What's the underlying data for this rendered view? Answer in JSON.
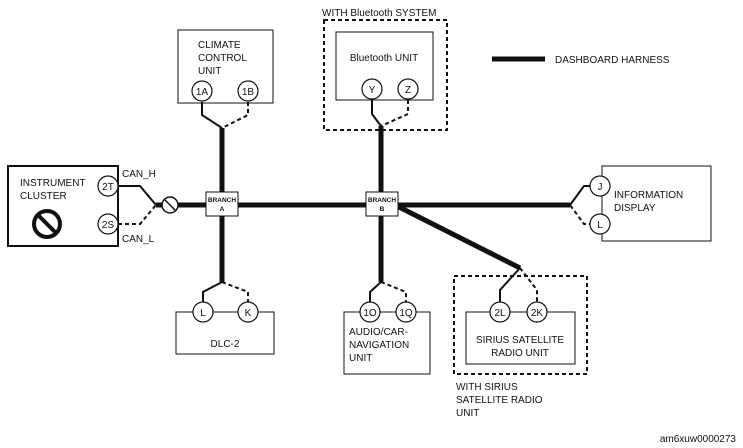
{
  "legend": {
    "label": "DASHBOARD HARNESS"
  },
  "modules": {
    "climate": {
      "lines": [
        "CLIMATE",
        "CONTROL",
        "UNIT"
      ],
      "pins": [
        "1A",
        "1B"
      ]
    },
    "bluetooth": {
      "group_label": "WITH Bluetooth SYSTEM",
      "name": "Bluetooth UNIT",
      "pins": [
        "Y",
        "Z"
      ]
    },
    "instrument": {
      "lines": [
        "INSTRUMENT",
        "CLUSTER"
      ],
      "pins": [
        "2T",
        "2S"
      ],
      "can_h": "CAN_H",
      "can_l": "CAN_L"
    },
    "information": {
      "lines": [
        "INFORMATION",
        "DISPLAY"
      ],
      "pins": [
        "J",
        "L"
      ]
    },
    "dlc": {
      "name": "DLC-2",
      "pins": [
        "L",
        "K"
      ]
    },
    "audio": {
      "lines": [
        "AUDIO/CAR-",
        "NAVIGATION",
        "UNIT"
      ],
      "pins": [
        "1O",
        "1Q"
      ]
    },
    "sirius": {
      "lines": [
        "SIRIUS SATELLITE",
        "RADIO UNIT"
      ],
      "pins": [
        "2L",
        "2K"
      ],
      "group_lines": [
        "WITH SIRIUS",
        "SATELLITE RADIO",
        "UNIT"
      ]
    }
  },
  "branches": {
    "a": {
      "line1": "BRANCH",
      "line2": "A"
    },
    "b": {
      "line1": "BRANCH",
      "line2": "B"
    }
  },
  "footer": {
    "code": "am6xuw0000273"
  }
}
